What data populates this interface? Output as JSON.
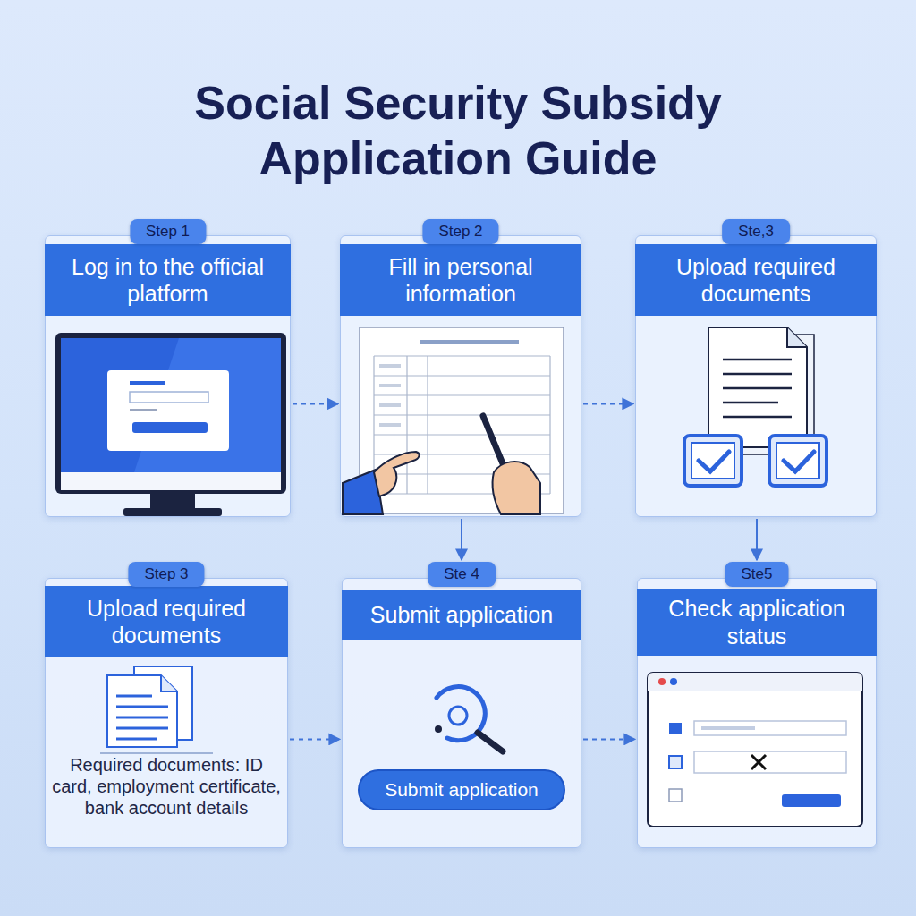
{
  "diagram": {
    "title": "Social Security Subsidy Application Guide",
    "nodes": [
      {
        "text": [
          "Step 1",
          "Log in to the official platform"
        ]
      },
      {
        "text": [
          "Step 2",
          "Fill in personal information"
        ]
      },
      {
        "text": [
          "Ste,3",
          "Upload required documents"
        ]
      },
      {
        "text": [
          "Step 3",
          "Upload required documents",
          "Required documents: ID card, employment certificate, bank account details"
        ]
      },
      {
        "text": [
          "Ste 4",
          "Submit application"
        ]
      },
      {
        "text": [
          "Submit application"
        ],
        "in": 4
      },
      {
        "text": [
          "Ste5",
          "Check application status"
        ]
      }
    ],
    "edges": [
      {
        "from": 0,
        "to": 1,
        "arrow": "to"
      },
      {
        "from": 1,
        "to": 2,
        "arrow": "to"
      },
      {
        "from": 1,
        "to": 4,
        "arrow": "to"
      },
      {
        "from": 2,
        "to": 6,
        "arrow": "to"
      },
      {
        "from": 3,
        "to": 4,
        "arrow": "to"
      },
      {
        "from": 4,
        "to": 6,
        "arrow": "to"
      }
    ]
  }
}
